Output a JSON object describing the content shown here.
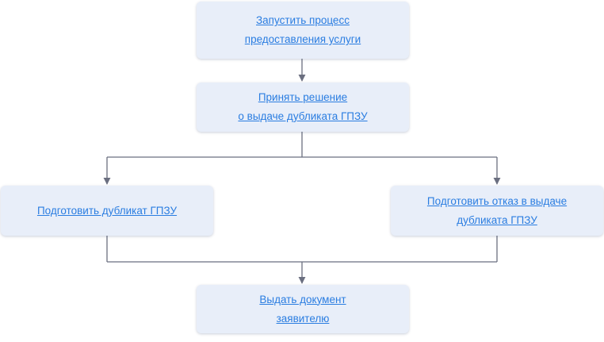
{
  "flowchart": {
    "steps": [
      {
        "id": "start-process",
        "lines": [
          "Запустить процесс",
          "предоставления услуги"
        ]
      },
      {
        "id": "make-decision",
        "lines": [
          "Принять решение",
          "о выдаче дубликата ГПЗУ"
        ]
      },
      {
        "id": "prepare-duplicate",
        "lines": [
          "Подготовить дубликат ГПЗУ"
        ]
      },
      {
        "id": "prepare-refusal",
        "lines": [
          "Подготовить отказ в выдаче",
          "дубликата ГПЗУ"
        ]
      },
      {
        "id": "issue-document",
        "lines": [
          "Выдать документ",
          "заявителю"
        ]
      }
    ],
    "connections": [
      {
        "from": "start-process",
        "to": "make-decision"
      },
      {
        "from": "make-decision",
        "to": "prepare-duplicate"
      },
      {
        "from": "make-decision",
        "to": "prepare-refusal"
      },
      {
        "from": "prepare-duplicate",
        "to": "issue-document"
      },
      {
        "from": "prepare-refusal",
        "to": "issue-document"
      }
    ],
    "colors": {
      "box_fill": "#e8eef9",
      "link_text": "#2a7de1",
      "connector": "#6b6f80"
    }
  }
}
